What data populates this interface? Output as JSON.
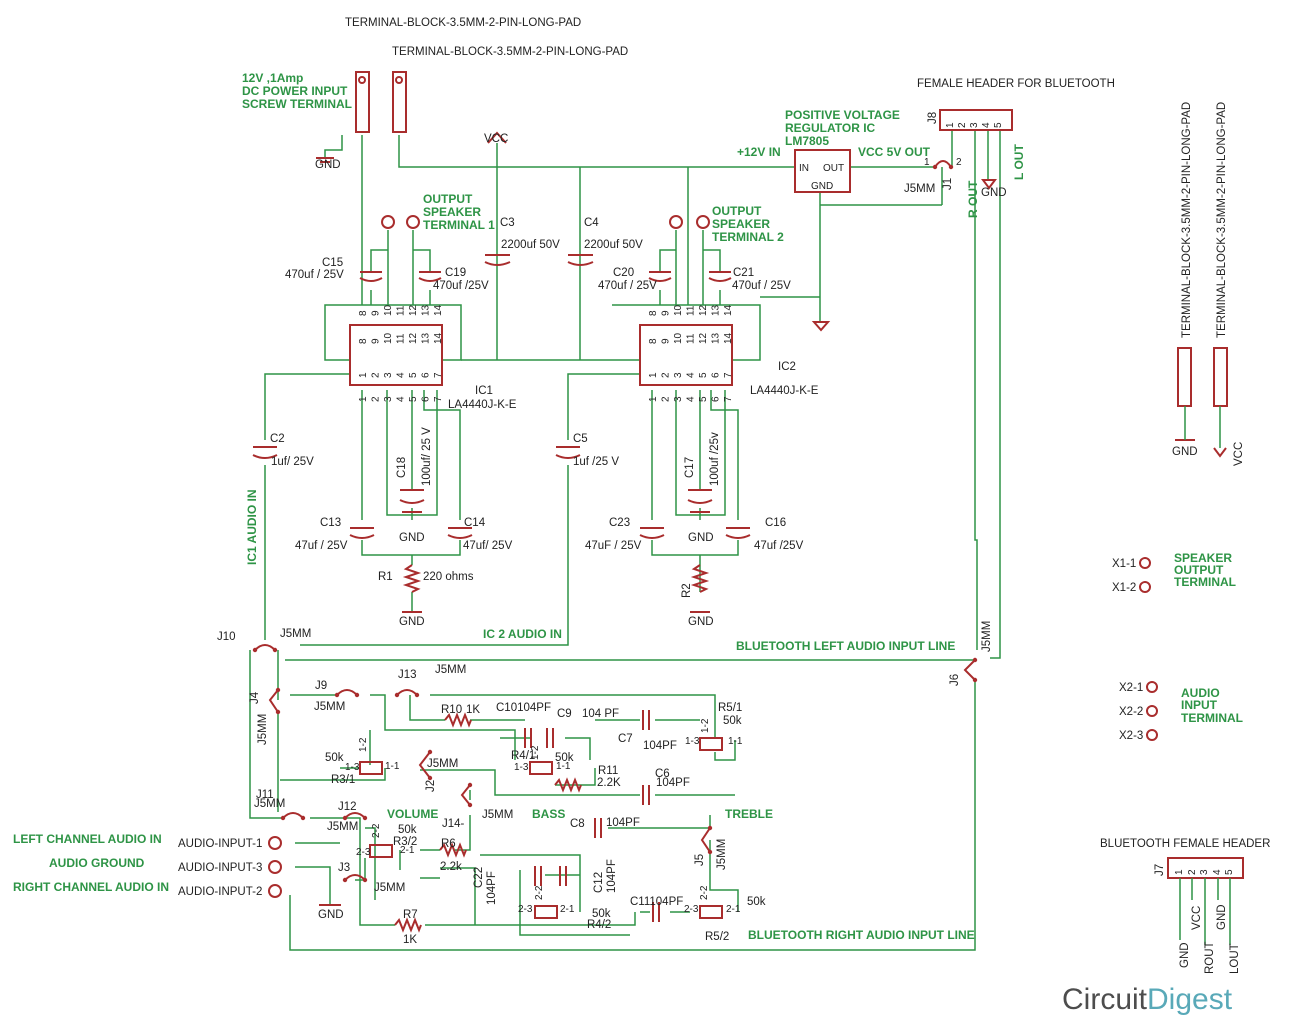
{
  "colors": {
    "wire": "#2e9446",
    "component": "#a92d2d",
    "text": "#222222",
    "logo_primary": "#4d4d4d",
    "logo_accent": "#59a9b8"
  },
  "terminal_blocks": {
    "top_label_1": "TERMINAL-BLOCK-3.5MM-2-PIN-LONG-PAD",
    "top_label_2": "TERMINAL-BLOCK-3.5MM-2-PIN-LONG-PAD",
    "right_label_1": "TERMINAL-BLOCK-3.5MM-2-PIN-LONG-PAD",
    "right_label_2": "TERMINAL-BLOCK-3.5MM-2-PIN-LONG-PAD"
  },
  "power_input": {
    "line1": "12V ,1Amp",
    "line2": "DC POWER INPUT",
    "line3": "SCREW TERMINAL"
  },
  "net": {
    "gnd": "GND",
    "vcc": "VCC"
  },
  "regulator": {
    "line1": "POSITIVE VOLTAGE",
    "line2": "REGULATOR IC",
    "line3": "LM7805",
    "in": "IN",
    "out": "OUT",
    "gnd": "GND",
    "in_label": "+12V IN",
    "out_label": "VCC 5V OUT"
  },
  "bt_header": {
    "title": "FEMALE HEADER FOR BLUETOOTH",
    "ref": "J8",
    "pins": [
      "1",
      "2",
      "3",
      "4",
      "5"
    ],
    "lout": "L OUT",
    "rout": "R OUT"
  },
  "speaker_out": {
    "t1_line1": "OUTPUT",
    "t1_line2": "SPEAKER",
    "t1_line3": "TERMINAL 1",
    "t2_line1": "OUTPUT",
    "t2_line2": "SPEAKER",
    "t2_line3": "TERMINAL 2"
  },
  "ic1": {
    "ref": "IC1",
    "part": "LA4440J-K-E",
    "top_pins": [
      "8",
      "9",
      "10",
      "11",
      "12",
      "13",
      "14"
    ],
    "bottom_pins": [
      "1",
      "2",
      "3",
      "4",
      "5",
      "6",
      "7"
    ]
  },
  "ic2": {
    "ref": "IC2",
    "part": "LA4440J-K-E",
    "top_pins": [
      "8",
      "9",
      "10",
      "11",
      "12",
      "13",
      "14"
    ],
    "bottom_pins": [
      "1",
      "2",
      "3",
      "4",
      "5",
      "6",
      "7"
    ]
  },
  "caps": {
    "c3": "C3",
    "c3v": "2200uf 50V",
    "c4": "C4",
    "c4v": "2200uf 50V",
    "c15": "C15",
    "c15v": "470uf / 25V",
    "c19": "C19",
    "c19v": "470uf /25V",
    "c20": "C20",
    "c20v": "470uf / 25V",
    "c21": "C21",
    "c21v": "470uf / 25V",
    "c2": "C2",
    "c2v": "1uf/ 25V",
    "c5": "C5",
    "c5v": "1uf /25 V",
    "c18": "C18",
    "c18v": "100uf/ 25 V",
    "c17": "C17",
    "c17v": "100uf /25v",
    "c13": "C13",
    "c13v": "47uf / 25V",
    "c14": "C14",
    "c14v": "47uf/ 25V",
    "c23": "C23",
    "c23v": "47uF / 25V",
    "c16": "C16",
    "c16v": "47uf /25V",
    "c10": "C10104PF",
    "c9": "C9",
    "c9v": "104 PF",
    "c7": "C7",
    "c7v": "104PF",
    "c6": "C6",
    "c6v": "104PF",
    "c8": "C8",
    "c8v": "104PF",
    "c22": "C22",
    "c22v": "104PF",
    "c12": "C12",
    "c12v": "104PF",
    "c11": "C11104PF"
  },
  "resistors": {
    "r1": "R1",
    "r1v": "220 ohms",
    "r2": "R2",
    "r10": "R10",
    "r10v": "1K",
    "r11": "R11",
    "r11v": "2.2K",
    "r6": "R6",
    "r6v": "2.2k",
    "r7": "R7",
    "r7v": "1K"
  },
  "pots": {
    "r3_1": "R3/1",
    "r3_1v": "50k",
    "r3_2": "R3/2",
    "r3_2v": "50k",
    "r4_1": "R4/1",
    "r4_1v": "50k",
    "r4_2": "R4/2",
    "r4_2v": "50k",
    "r5_1": "R5/1",
    "r5_1v": "50k",
    "r5_2": "R5/2",
    "r5_2v": "50k"
  },
  "pot_pins": {
    "p11": "1-1",
    "p12": "1-2",
    "p13": "1-3",
    "p21": "2-1",
    "p22": "2-2",
    "p23": "2-3"
  },
  "jumpers": {
    "j1": "J1",
    "j2": "J2",
    "j3": "J3",
    "j4": "J4",
    "j5": "J5",
    "j6": "J6",
    "j7": "J7",
    "j9": "J9",
    "j10": "J10",
    "j11": "J11",
    "j12": "J12",
    "j13": "J13",
    "j14": "J14-",
    "j5mm": "J5MM",
    "p1": "1",
    "p2": "2"
  },
  "nets": {
    "ic1_audio_in": "IC1 AUDIO IN",
    "ic2_audio_in": "IC 2 AUDIO IN",
    "bt_left_in": "BLUETOOTH LEFT AUDIO INPUT LINE",
    "bt_right_in": "BLUETOOTH RIGHT AUDIO INPUT LINE",
    "volume": "VOLUME",
    "bass": "BASS",
    "treble": "TREBLE"
  },
  "audio_inputs": {
    "left_label": "LEFT  CHANNEL  AUDIO IN",
    "ground_label": "AUDIO GROUND",
    "right_label": "RIGHT CHANNEL AUDIO IN",
    "in1": "AUDIO-INPUT-1",
    "in3": "AUDIO-INPUT-3",
    "in2": "AUDIO-INPUT-2"
  },
  "speaker_terminal": {
    "x11": "X1-1",
    "x12": "X1-2",
    "line1": "SPEAKER",
    "line2": "OUTPUT",
    "line3": "TERMINAL"
  },
  "audio_terminal": {
    "x21": "X2-1",
    "x22": "X2-2",
    "x23": "X2-3",
    "line1": "AUDIO",
    "line2": "INPUT",
    "line3": "TERMINAL"
  },
  "bt_female": {
    "title": "BLUETOOTH FEMALE HEADER",
    "ref": "J7",
    "pins": [
      "1",
      "2",
      "3",
      "4",
      "5"
    ],
    "nets": [
      "GND",
      "VCC",
      "ROUT",
      "GND",
      "LOUT"
    ]
  },
  "logo": {
    "part1": "Circuit",
    "part2": "Digest"
  }
}
